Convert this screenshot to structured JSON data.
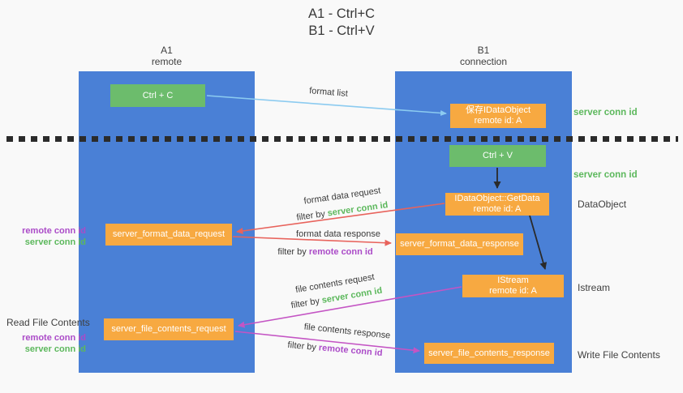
{
  "title": {
    "line1": "A1 - Ctrl+C",
    "line2": "B1 - Ctrl+V"
  },
  "columns": {
    "a": {
      "title": "A1",
      "subtitle": "remote"
    },
    "b": {
      "title": "B1",
      "subtitle": "connection"
    }
  },
  "nodes": {
    "ctrl_c": {
      "label": "Ctrl + C"
    },
    "save_idataobject": {
      "line1": "保存IDataObject",
      "line2": "remote id: A"
    },
    "ctrl_v": {
      "label": "Ctrl + V"
    },
    "getdata": {
      "line1": "IDataObject::GetData",
      "line2": "remote id: A"
    },
    "format_request": {
      "label": "server_format_data_request"
    },
    "format_response": {
      "label": "server_format_data_response"
    },
    "istream": {
      "line1": "IStream",
      "line2": "remote id: A"
    },
    "file_request": {
      "label": "server_file_contents_request"
    },
    "file_response": {
      "label": "server_file_contents_response"
    }
  },
  "edges": {
    "format_list": {
      "label": "format list"
    },
    "format_request": {
      "label": "format data request",
      "filter_prefix": "filter by ",
      "filter_key": "server conn id"
    },
    "format_response": {
      "label": "format data response",
      "filter_prefix": "filter by ",
      "filter_key": "remote conn id"
    },
    "file_request": {
      "label": "file contents request",
      "filter_prefix": "filter by ",
      "filter_key": "server conn id"
    },
    "file_response": {
      "label": "file contents response",
      "filter_prefix": "filter by ",
      "filter_key": "remote conn id"
    }
  },
  "side_labels": {
    "server_conn_top": "server conn id",
    "server_conn_mid": "server conn id",
    "dataobject": "DataObject",
    "istream": "Istream",
    "write_file": "Write File Contents",
    "read_file": "Read File Contents",
    "pair1": {
      "remote": "remote conn id",
      "server": "server conn id"
    },
    "pair2": {
      "remote": "remote conn id",
      "server": "server conn id"
    }
  },
  "colors": {
    "column_blue": "#4a80d6",
    "node_green": "#6cbc6c",
    "node_orange": "#f7a941",
    "green_text": "#5cb85c",
    "purple_text": "#ab4bc8",
    "arrow_red": "#e8635c",
    "arrow_magenta": "#c455c4",
    "arrow_lightblue": "#8ccbf0",
    "arrow_black": "#2a2a2a"
  }
}
